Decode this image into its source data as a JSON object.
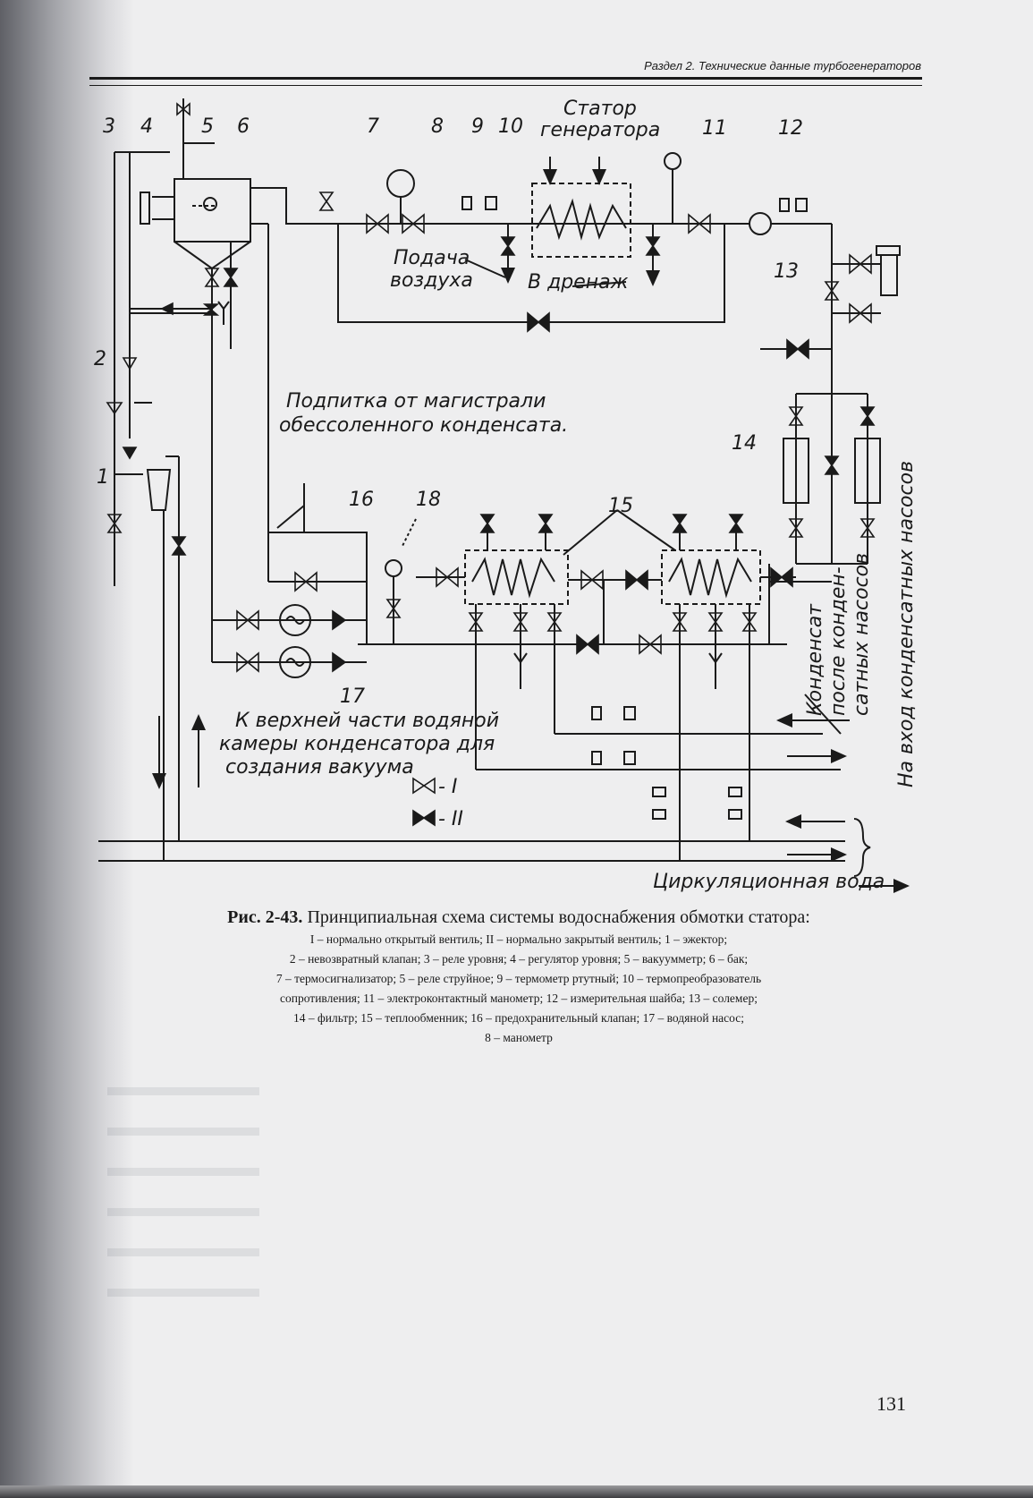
{
  "header": {
    "running_title": "Раздел 2. Технические данные турбогенераторов"
  },
  "diagram": {
    "labels": {
      "stator": "Статор",
      "generator": "генератора",
      "air_supply_1": "Подача",
      "air_supply_2": "воздуха",
      "drain": "В дренаж",
      "makeup_1": "Подпитка от магистрали",
      "makeup_2": "обессоленного конденсата.",
      "vacuum_1": "К верхней части водяной",
      "vacuum_2": "камеры конденсатора для",
      "vacuum_3": "создания вакуума",
      "legend_open": "- I",
      "legend_closed": "- II",
      "condensate_1": "Конденсат",
      "condensate_2": "после конден-",
      "condensate_3": "сатных насосов",
      "pump_inlet": "На вход конденсатных насосов",
      "circ_water": "Циркуляционная вода"
    },
    "numbers": {
      "n1": "1",
      "n2": "2",
      "n3": "3",
      "n4": "4",
      "n5": "5",
      "n6": "6",
      "n7": "7",
      "n8": "8",
      "n9": "9",
      "n10": "10",
      "n11": "11",
      "n12": "12",
      "n13": "13",
      "n14": "14",
      "n15": "15",
      "n16": "16",
      "n17": "17",
      "n18": "18"
    }
  },
  "caption": {
    "prefix": "Рис. 2-43.",
    "title": "Принципиальная схема системы водоснабжения обмотки статора:",
    "legend_lines": [
      "I – нормально открытый вентиль; II – нормально закрытый вентиль; 1 – эжектор;",
      "2 – невозвратный клапан; 3 – реле уровня; 4 – регулятор уровня; 5 – вакуумметр; 6 – бак;",
      "7 – термосигнализатор; 5 – реле струйное; 9 – термометр ртутный; 10 – термопреобразователь",
      "сопротивления; 11 – электроконтактный манометр; 12 – измерительная шайба; 13 – солемер;",
      "14 – фильтр; 15 – теплообменник; 16 – предохранительный клапан; 17 – водяной насос;",
      "8 – манометр"
    ]
  },
  "page_number": "131"
}
